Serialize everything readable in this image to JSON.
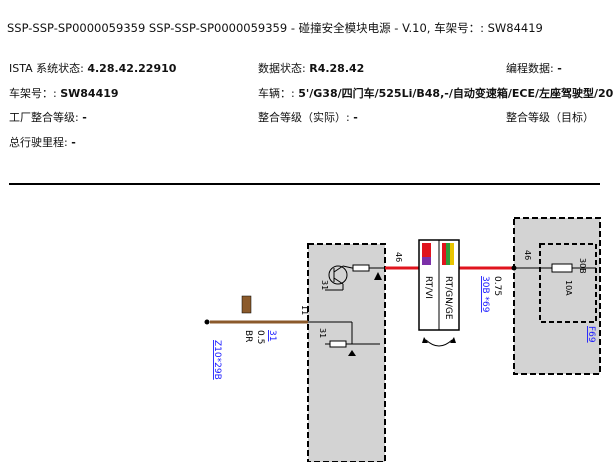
{
  "header": {
    "title": "SSP-SSP-SP0000059359 SSP-SSP-SP0000059359 - 碰撞安全模块电源 - V.10, 车架号：: SW84419"
  },
  "info": {
    "ista_label": "ISTA 系统状态:",
    "ista_value": "4.28.42.22910",
    "data_label": "数据状态:",
    "data_value": "R4.28.42",
    "prog_label": "编程数据:",
    "prog_value": "-",
    "vin_label": "车架号：:",
    "vin_value": "SW84419",
    "vehicle_label": "车辆：:",
    "vehicle_value": "5'/G38/四门车/525Li/B48,-/自动变速箱/ECE/左座驾驶型/20",
    "factory_label": "工厂整合等级:",
    "factory_value": "-",
    "integ_actual_label": "整合等级（实际）:",
    "integ_actual_value": "-",
    "integ_target_label": "整合等级（目标）",
    "integ_target_value": "",
    "mileage_label": "总行驶里程:",
    "mileage_value": "-"
  },
  "diagram": {
    "pin_31a": "31",
    "pin_31b": "31",
    "pin_11": "11",
    "pin_46a": "46",
    "pin_46b": "46",
    "pin_30b": "30B",
    "fuse_rating": "10A",
    "wire_left_color": "BR",
    "wire_left_size": "0.5",
    "wire_left_pin": "31",
    "wire_left_ref": "Z10*29B",
    "connector_a_color": "RT/VI",
    "connector_b_color": "RT/GN/GE",
    "wire_right_size": "0.75",
    "wire_right_ref": "30B *69",
    "fuse_ref": "F69",
    "colors": {
      "brown": "#8b5a2b",
      "red": "#e0141e",
      "panel": "#d3d3d3",
      "link": "#1a1aff"
    }
  }
}
